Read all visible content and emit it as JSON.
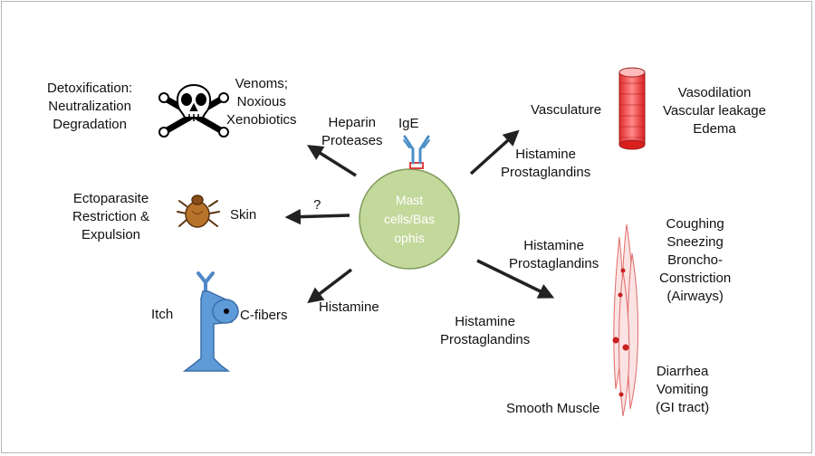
{
  "diagram": {
    "center": {
      "label_line1": "Mast",
      "label_line2": "cells/Bas",
      "label_line3": "ophis",
      "fill": "#c3d89b"
    },
    "receptor": {
      "label": "IgE"
    },
    "toxins": {
      "mediators_line1": "Heparin",
      "mediators_line2": "Proteases",
      "target_line1": "Venoms;",
      "target_line2": "Noxious",
      "target_line3": "Xenobiotics",
      "effect_line1": "Detoxification:",
      "effect_line2": "Neutralization",
      "effect_line3": "Degradation"
    },
    "skin": {
      "mediator": "?",
      "target": "Skin",
      "effect_line1": "Ectoparasite",
      "effect_line2": "Restriction &",
      "effect_line3": "Expulsion"
    },
    "nerves": {
      "mediator": "Histamine",
      "target": "C-fibers",
      "effect": "Itch"
    },
    "vasculature": {
      "target": "Vasculature",
      "mediator_line1": "Histamine",
      "mediator_line2": "Prostaglandins",
      "effect_line1": "Vasodilation",
      "effect_line2": "Vascular leakage",
      "effect_line3": "Edema"
    },
    "smooth_muscle": {
      "mediator_upper_line1": "Histamine",
      "mediator_upper_line2": "Prostaglandins",
      "mediator_lower_line1": "Histamine",
      "mediator_lower_line2": "Prostaglandins",
      "target": "Smooth Muscle",
      "airway_effect_line1": "Coughing",
      "airway_effect_line2": "Sneezing",
      "airway_effect_line3": "Broncho-",
      "airway_effect_line4": "Constriction",
      "airway_effect_line5": "(Airways)",
      "gi_effect_line1": "Diarrhea",
      "gi_effect_line2": "Vomiting",
      "gi_effect_line3": "(GI tract)"
    }
  }
}
